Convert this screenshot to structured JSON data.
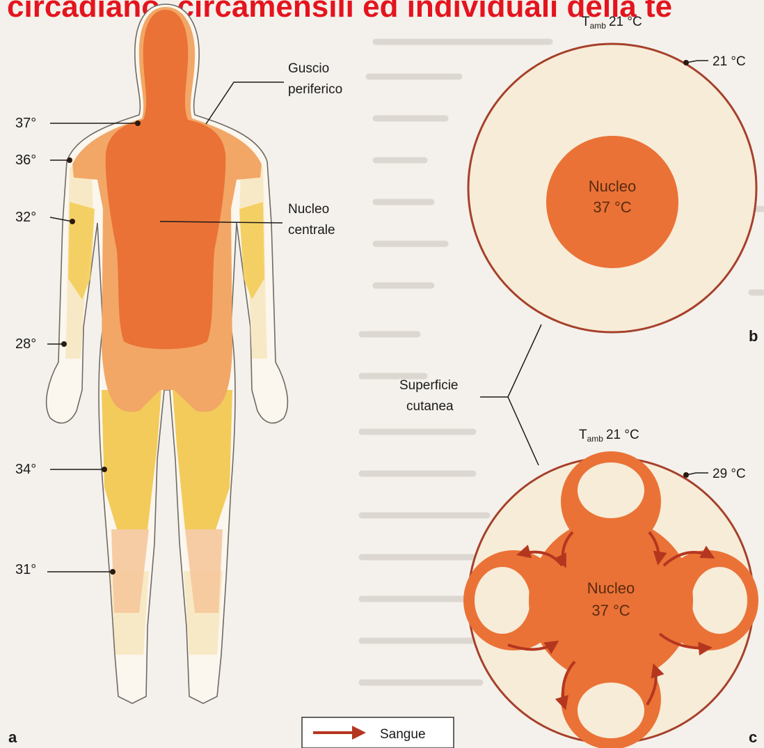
{
  "banner": "circadiano, circamensili ed individuali della te",
  "panel_a": {
    "panel_label": "a",
    "temps": [
      "37°",
      "36°",
      "32°",
      "28°",
      "34°",
      "31°"
    ],
    "shell_label": [
      "Guscio",
      "periferico"
    ],
    "core_label": [
      "Nucleo",
      "centrale"
    ]
  },
  "panel_b": {
    "panel_label": "b",
    "ambient_T": "T",
    "ambient_sub": "amb",
    "ambient_value": "21 °C",
    "skin_temp": "21 °C",
    "core_name": "Nucleo",
    "core_temp": "37 °C"
  },
  "panel_c": {
    "panel_label": "c",
    "ambient_T": "T",
    "ambient_sub": "amb",
    "ambient_value": "21 °C",
    "skin_temp": "29 °C",
    "core_name": "Nucleo",
    "core_temp": "37 °C"
  },
  "skin_surface_label": [
    "Superficie",
    "cutanea"
  ],
  "legend": {
    "label": "Sangue"
  },
  "colors": {
    "core": "#ea7236",
    "shell_mid": "#f2a766",
    "shell_warm": "#f5c89b",
    "limb_yellow": "#f3cb52",
    "limb_light": "#f7e7b8",
    "skin_outline": "#fbf6ee",
    "circle_fill": "#f7ecd8",
    "circle_edge": "#a6402b",
    "arrow": "#b5361f",
    "banner": "#e4141e"
  }
}
